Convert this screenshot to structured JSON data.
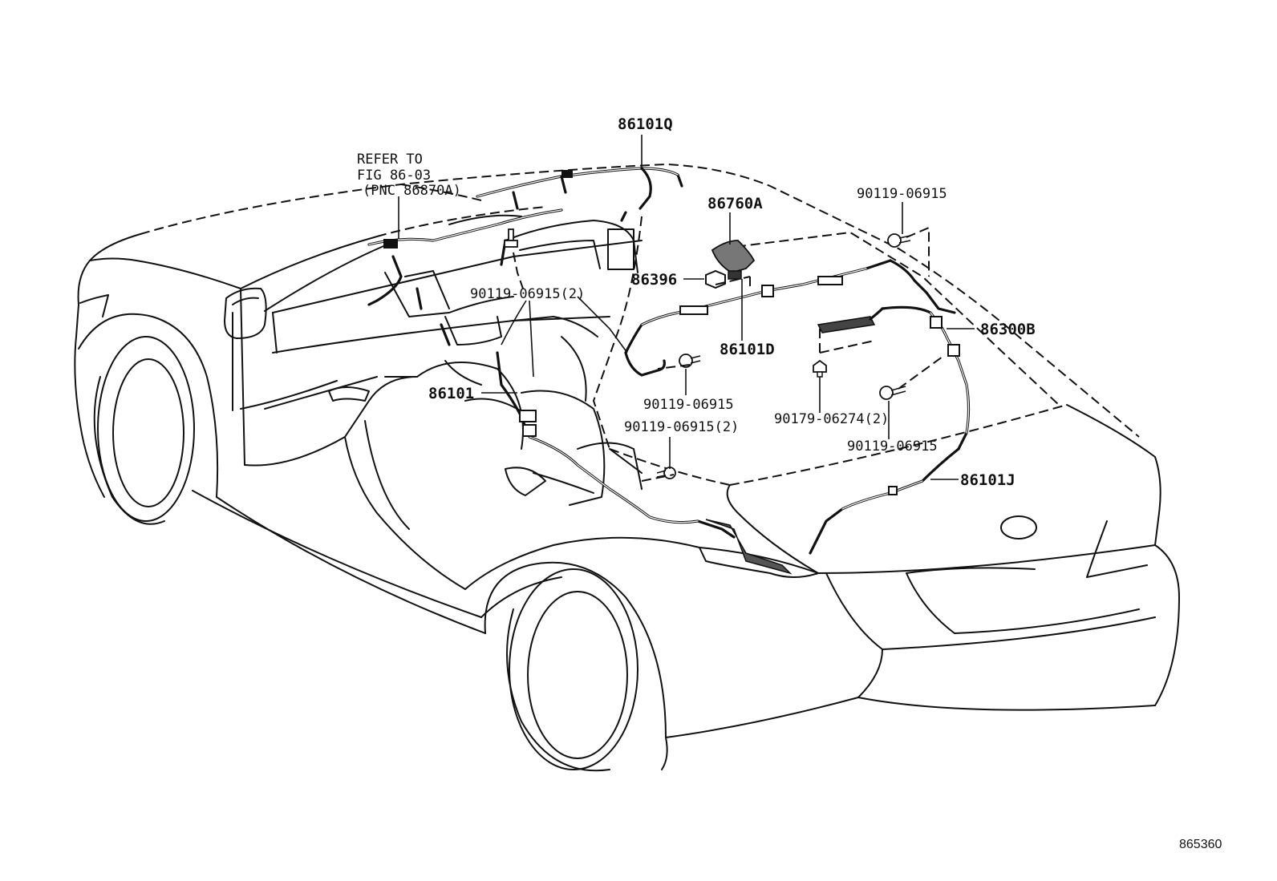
{
  "labels": {
    "refer_line1": "REFER TO",
    "refer_line2": "FIG 86-03",
    "refer_line3": "(PNC 86870A)",
    "p86101Q": "86101Q",
    "p86760A": "86760A",
    "p86396": "86396",
    "p86101D": "86101D",
    "p86300B": "86300B",
    "p86101": "86101",
    "p86101J": "86101J",
    "bolt_top_right": "90119-06915",
    "bolt_dash_2": "90119-06915(2)",
    "bolt_center": "90119-06915",
    "bolt_floor_2": "90119-06915(2)",
    "clip_90179": "90179-06274(2)",
    "bolt_trunk": "90119-06915"
  },
  "figure_number": "865360"
}
